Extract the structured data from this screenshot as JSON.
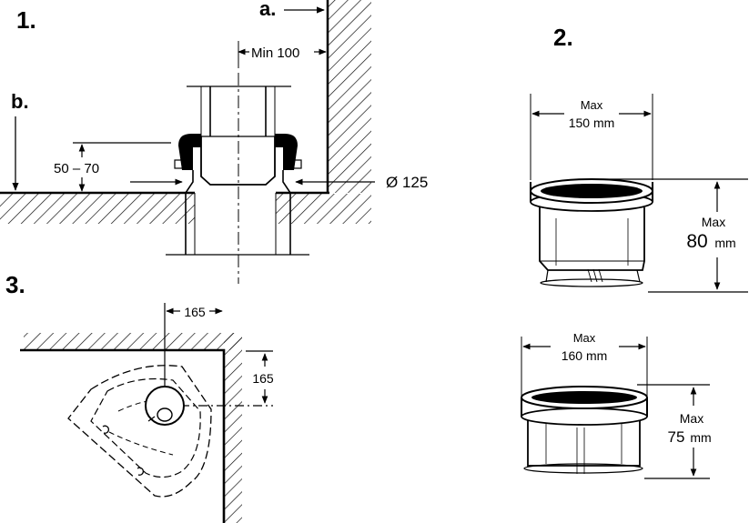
{
  "panel1": {
    "step": "1.",
    "label_a": "a.",
    "label_b": "b.",
    "min_label": "Min 100",
    "height_label": "50 – 70",
    "diameter_label": "Ø 125"
  },
  "panel2": {
    "step": "2.",
    "upper": {
      "max_word": "Max",
      "width_value": "150 mm",
      "height_value": "80",
      "height_unit": "mm"
    },
    "lower": {
      "max_word": "Max",
      "width_value": "160 mm",
      "height_value": "75",
      "height_unit": "mm"
    }
  },
  "panel3": {
    "step": "3.",
    "dim_horizontal": "165",
    "dim_vertical": "165"
  }
}
